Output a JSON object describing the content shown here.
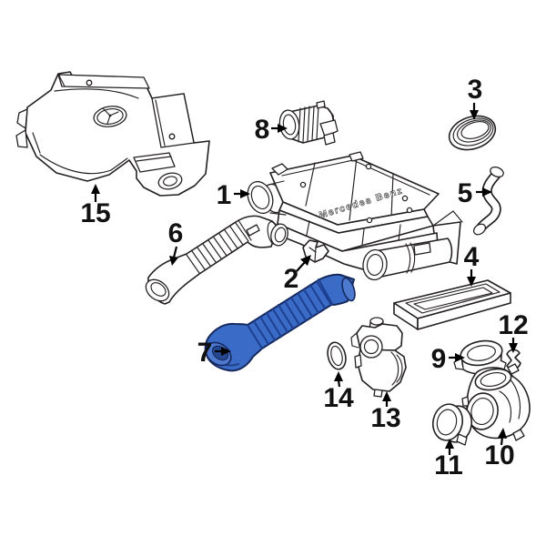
{
  "page": {
    "kind": "parts-catalog-diagram",
    "subject": "Engine air intake system exploded parts diagram",
    "background": "#ffffff"
  },
  "colors": {
    "line": "#231f20",
    "label": "#111111",
    "highlight_fill": "#3a6bc7",
    "highlight_rib": "#1d3f8f",
    "highlight_outline": "#16295e",
    "highlight_face": "#4d79cf"
  },
  "brand_text": "Mercedes Benz",
  "highlighted_callout": "7",
  "callouts": [
    {
      "num": "1",
      "part": "air-cleaner-assembly"
    },
    {
      "num": "2",
      "part": "mounting-clip"
    },
    {
      "num": "3",
      "part": "sealing-ring"
    },
    {
      "num": "4",
      "part": "air-filter-element"
    },
    {
      "num": "5",
      "part": "breather-hose"
    },
    {
      "num": "6",
      "part": "intake-duct"
    },
    {
      "num": "7",
      "part": "intake-duct-highlighted"
    },
    {
      "num": "8",
      "part": "mass-air-flow-sensor"
    },
    {
      "num": "9",
      "part": "adapter-collar"
    },
    {
      "num": "10",
      "part": "resonator-housing"
    },
    {
      "num": "11",
      "part": "clamp-ring"
    },
    {
      "num": "12",
      "part": "retaining-clip"
    },
    {
      "num": "13",
      "part": "throttle-body"
    },
    {
      "num": "14",
      "part": "o-ring-seal"
    },
    {
      "num": "15",
      "part": "engine-cover"
    }
  ]
}
